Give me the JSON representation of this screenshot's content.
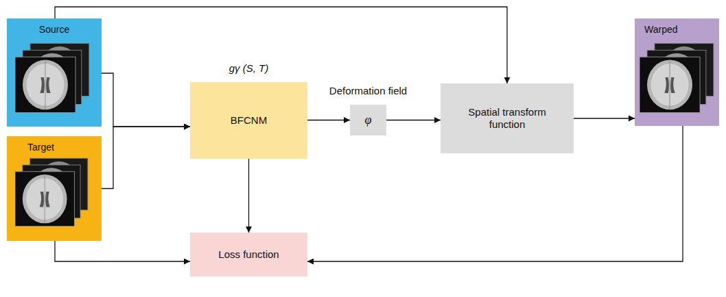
{
  "diagram": {
    "nodes": [
      {
        "text": [
          "Source"
        ]
      },
      {
        "text": [
          "Target"
        ]
      },
      {
        "text": [
          "gγ (S, T)",
          "BFCNM"
        ]
      },
      {
        "text": [
          "Deformation field",
          "φ"
        ]
      },
      {
        "text": [
          "Spatial transform function"
        ]
      },
      {
        "text": [
          "Warped"
        ]
      },
      {
        "text": [
          "Loss function"
        ]
      }
    ],
    "edges": [
      {
        "from": 0,
        "to": 2,
        "arrow": "to"
      },
      {
        "from": 1,
        "to": 2,
        "arrow": "to"
      },
      {
        "from": 0,
        "to": 4,
        "arrow": "to"
      },
      {
        "from": 2,
        "to": 3,
        "arrow": "to"
      },
      {
        "from": 3,
        "to": 4,
        "arrow": "to"
      },
      {
        "from": 4,
        "to": 5,
        "arrow": "to"
      },
      {
        "from": 2,
        "to": 6,
        "arrow": "to"
      },
      {
        "from": 1,
        "to": 6,
        "arrow": "to"
      },
      {
        "from": 5,
        "to": 6,
        "arrow": "to"
      }
    ]
  }
}
